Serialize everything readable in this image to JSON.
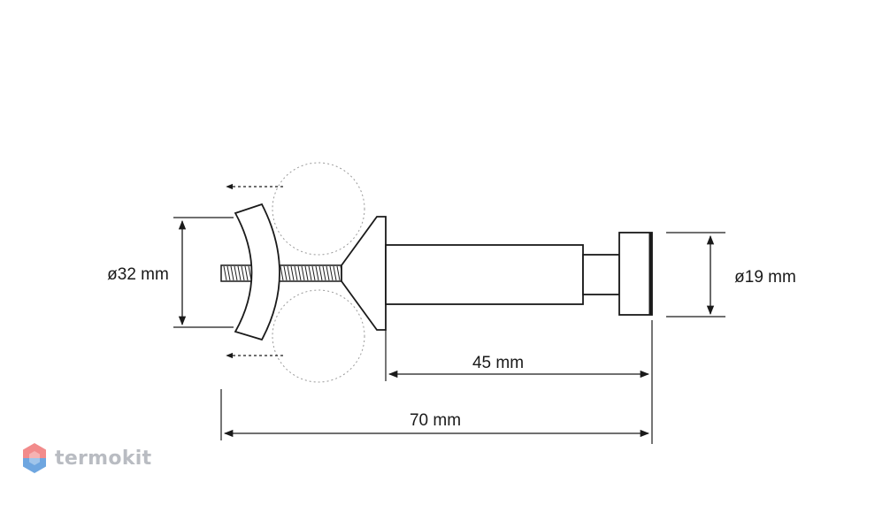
{
  "dimensions": {
    "diameter_pipe": "ø32 mm",
    "diameter_flange": "ø19 mm",
    "length_body": "45 mm",
    "length_total": "70 mm"
  },
  "brand": {
    "name": "termokit"
  },
  "colors": {
    "line": "#1a1a1a",
    "pipe_outline": "#9a9a9a",
    "logo_top": "#f28b8b",
    "logo_bottom": "#6ea6e0"
  }
}
